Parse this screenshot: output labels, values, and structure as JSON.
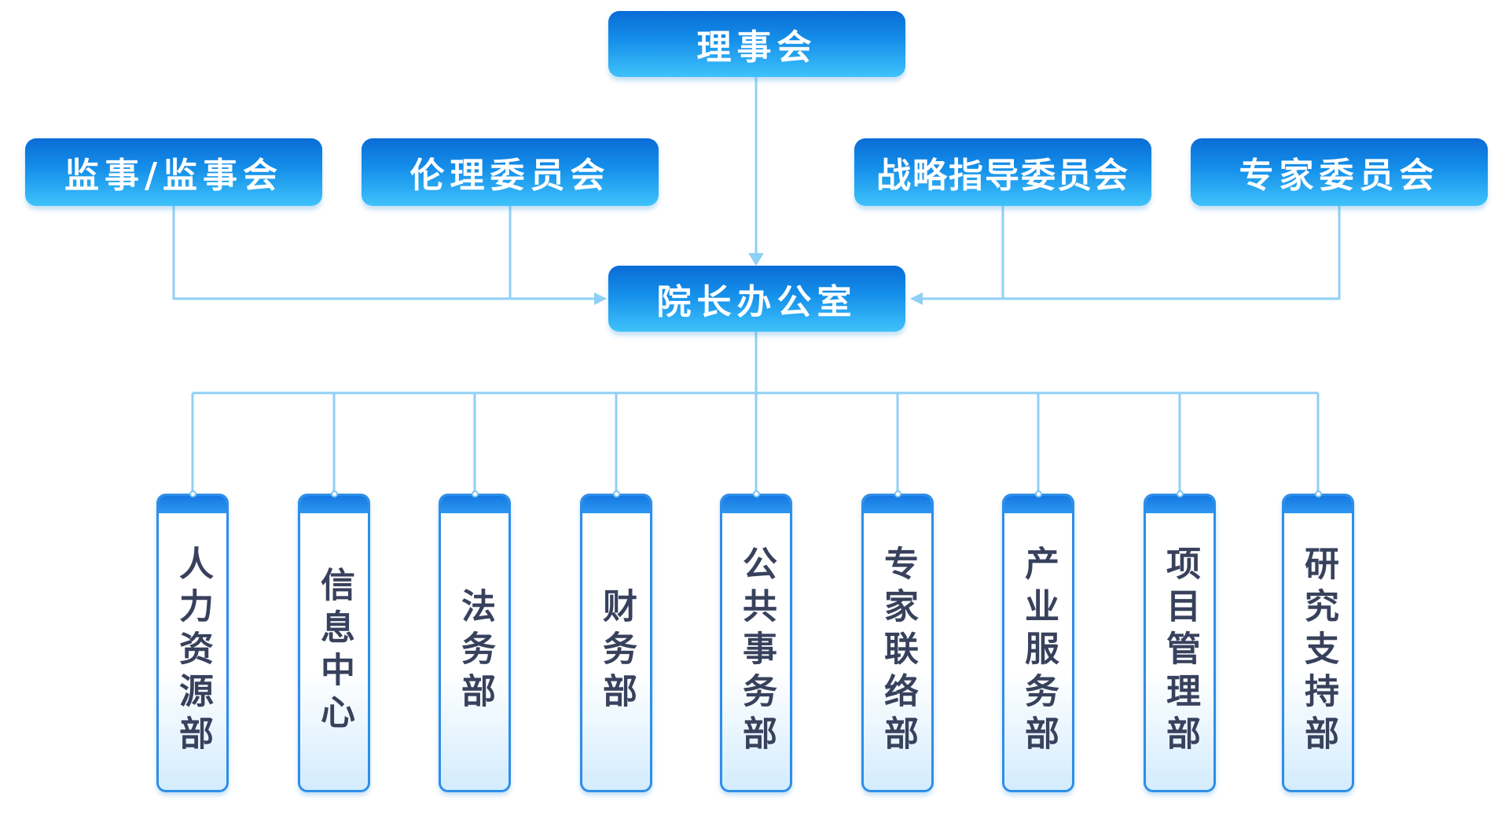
{
  "diagram": {
    "top": "理事会",
    "committees": [
      "监事/监事会",
      "伦理委员会",
      "战略指导委员会",
      "专家委员会"
    ],
    "office": "院长办公室",
    "departments": [
      "人力资源部",
      "信息中心",
      "法务部",
      "财务部",
      "公共事务部",
      "专家联络部",
      "产业服务部",
      "项目管理部",
      "研究支持部"
    ],
    "colors": {
      "box_top": "#0a6cd6",
      "box_bottom": "#3fc2fb",
      "connector": "#8fd0f5",
      "dept_text": "#38415c",
      "dept_border": "#2e8ee8"
    }
  }
}
